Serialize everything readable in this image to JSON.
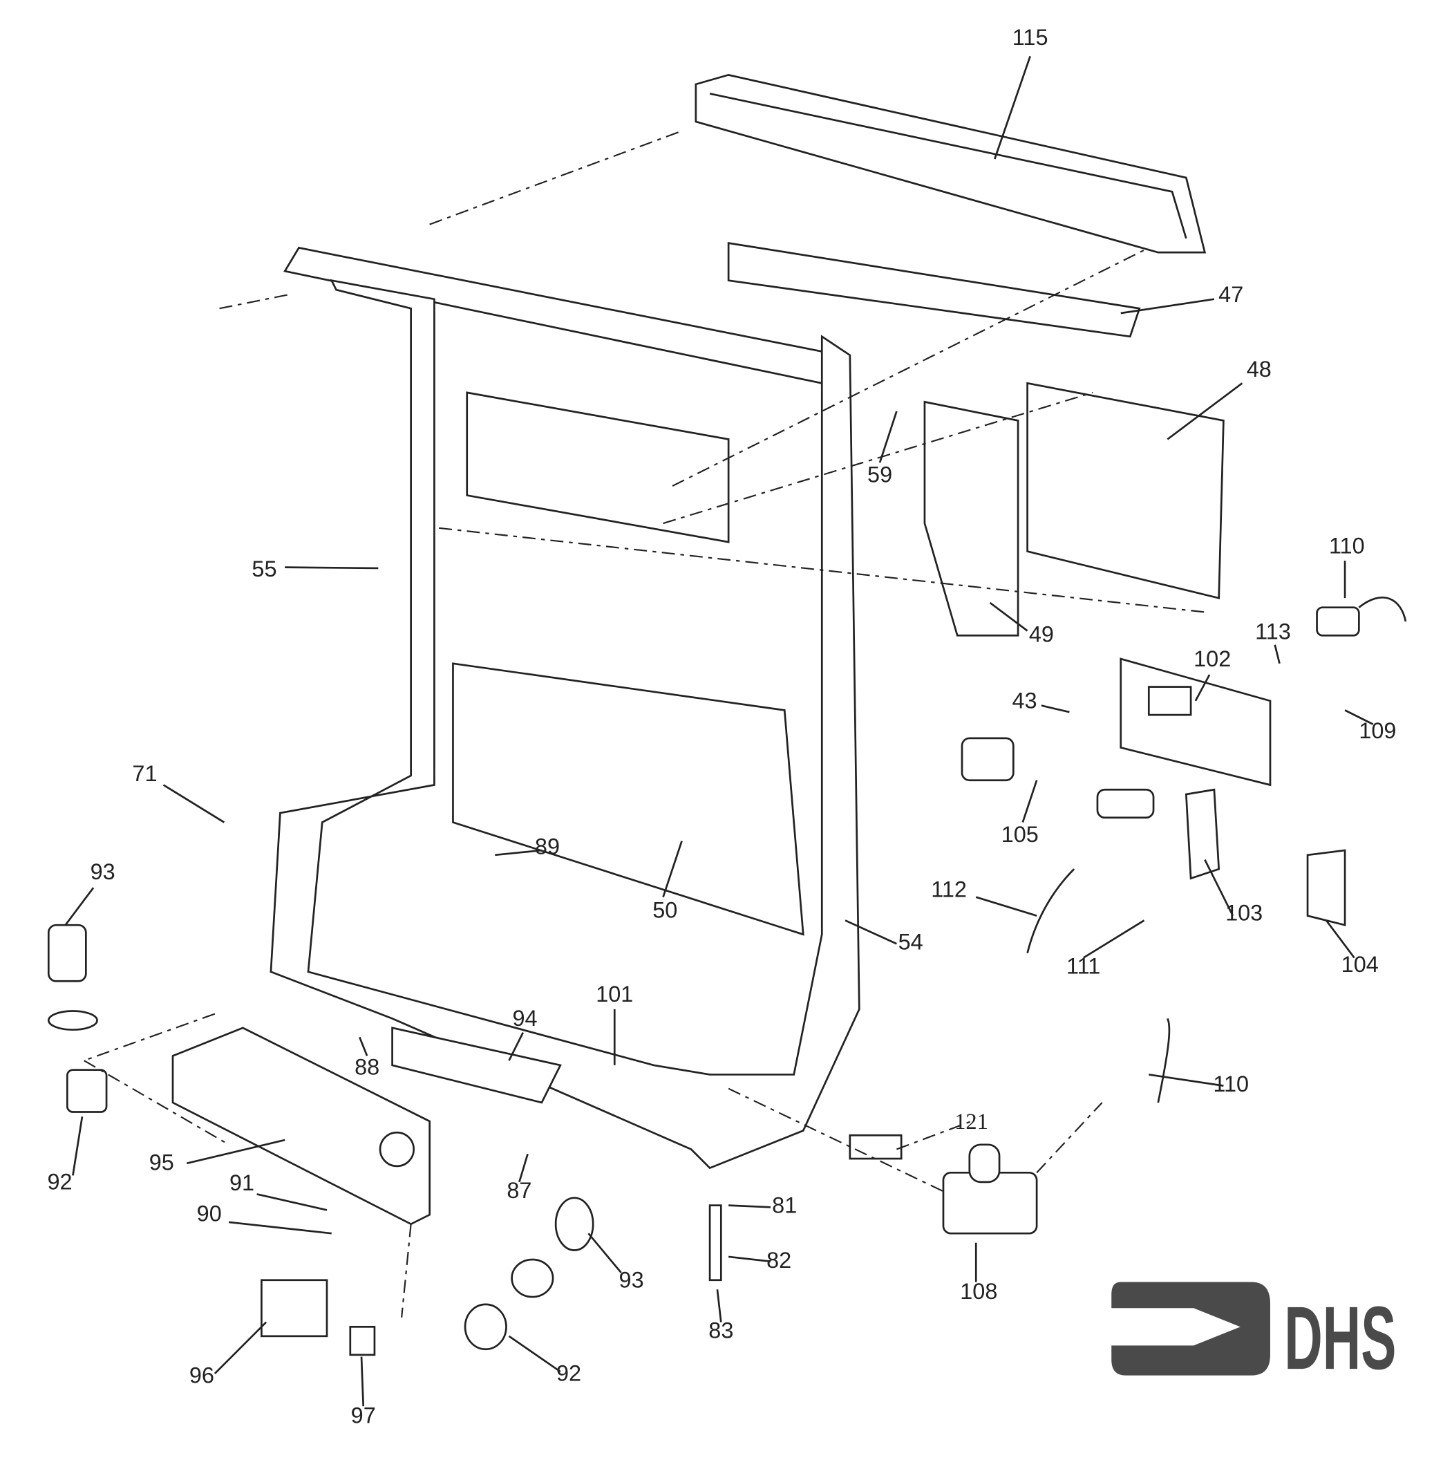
{
  "diagram": {
    "type": "exploded parts diagram",
    "part_labels": [
      "115",
      "47",
      "48",
      "59",
      "55",
      "49",
      "110",
      "113",
      "102",
      "43",
      "109",
      "71",
      "89",
      "105",
      "112",
      "93",
      "50",
      "54",
      "103",
      "111",
      "104",
      "94",
      "101",
      "88",
      "110",
      "121",
      "92",
      "95",
      "87",
      "91",
      "90",
      "81",
      "82",
      "93",
      "108",
      "83",
      "96",
      "92",
      "97"
    ]
  },
  "logo": {
    "text": "DHS",
    "color": "#4a4a4a"
  }
}
